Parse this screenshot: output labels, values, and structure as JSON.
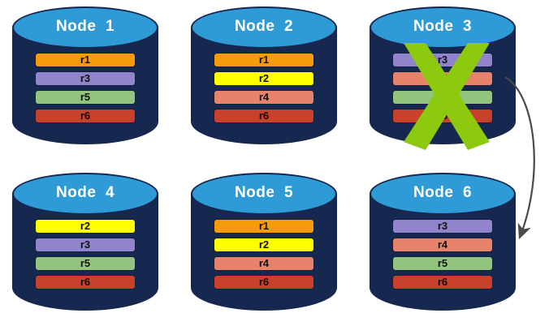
{
  "diagram": {
    "title": "Distributed replica placement across six nodes with node 3 failure",
    "palette": {
      "cylinder_body": "#16284F",
      "cylinder_top": "#2E9BD6",
      "node_label_color": "#FFFFFF",
      "failure_x": "#8DC90E",
      "arrow": "#4A4A4A",
      "background": "#FFFFFF"
    },
    "replica_colors": {
      "r1": "#F59B0C",
      "r2": "#FFFF00",
      "r3": "#9184CC",
      "r4": "#E8836B",
      "r5": "#92C47D",
      "r6": "#C8412A"
    },
    "nodes": [
      {
        "id": "node-1",
        "label": "Node  1",
        "failed": false,
        "replicas": [
          {
            "label": "r1",
            "color": "#F59B0C"
          },
          {
            "label": "r3",
            "color": "#9184CC"
          },
          {
            "label": "r5",
            "color": "#92C47D"
          },
          {
            "label": "r6",
            "color": "#C8412A"
          }
        ]
      },
      {
        "id": "node-2",
        "label": "Node  2",
        "failed": false,
        "replicas": [
          {
            "label": "r1",
            "color": "#F59B0C"
          },
          {
            "label": "r2",
            "color": "#FFFF00"
          },
          {
            "label": "r4",
            "color": "#E8836B"
          },
          {
            "label": "r6",
            "color": "#C8412A"
          }
        ]
      },
      {
        "id": "node-3",
        "label": "Node  3",
        "failed": true,
        "replicas": [
          {
            "label": "r3",
            "color": "#9184CC"
          },
          {
            "label": "r4",
            "color": "#E8836B"
          },
          {
            "label": "r5",
            "color": "#92C47D"
          },
          {
            "label": "r6",
            "color": "#C8412A"
          }
        ]
      },
      {
        "id": "node-4",
        "label": "Node  4",
        "failed": false,
        "replicas": [
          {
            "label": "r2",
            "color": "#FFFF00"
          },
          {
            "label": "r3",
            "color": "#9184CC"
          },
          {
            "label": "r5",
            "color": "#92C47D"
          },
          {
            "label": "r6",
            "color": "#C8412A"
          }
        ]
      },
      {
        "id": "node-5",
        "label": "Node  5",
        "failed": false,
        "replicas": [
          {
            "label": "r1",
            "color": "#F59B0C"
          },
          {
            "label": "r2",
            "color": "#FFFF00"
          },
          {
            "label": "r4",
            "color": "#E8836B"
          },
          {
            "label": "r6",
            "color": "#C8412A"
          }
        ]
      },
      {
        "id": "node-6",
        "label": "Node  6",
        "failed": false,
        "replicas": [
          {
            "label": "r3",
            "color": "#9184CC"
          },
          {
            "label": "r4",
            "color": "#E8836B"
          },
          {
            "label": "r5",
            "color": "#92C47D"
          },
          {
            "label": "r6",
            "color": "#C8412A"
          }
        ]
      }
    ],
    "annotations": {
      "failure_marker": "x-mark",
      "recovery_arrow": {
        "from": "node-3",
        "to": "node-6",
        "style": "curved-arrow"
      }
    }
  }
}
